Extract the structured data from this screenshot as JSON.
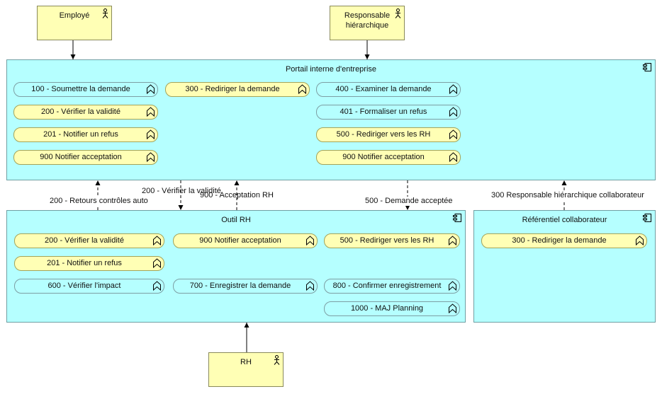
{
  "actors": {
    "employe": "Employé",
    "responsable": "Responsable\nhiérarchique",
    "rh": "RH"
  },
  "components": {
    "portail": {
      "title": "Portail interne d'entreprise",
      "functions": [
        "100 - Soumettre la demande",
        "200 - Vérifier la validité",
        "201 - Notifier un refus",
        "900 Notifier acceptation",
        "300 - Rediriger la demande",
        "400 - Examiner la demande",
        "401 - Formaliser un refus",
        "500 - Rediriger vers les RH",
        "900 Notifier acceptation"
      ]
    },
    "outil": {
      "title": "Outil RH",
      "functions": [
        "200 - Vérifier la validité",
        "201 - Notifier un refus",
        "600 - Vérifier l'impact",
        "900 Notifier acceptation",
        "700 - Enregistrer la demande",
        "500 - Rediriger vers les RH",
        "800 - Confirmer enregistrement",
        "1000 - MAJ Planning"
      ]
    },
    "referentiel": {
      "title": "Référentiel collaborateur",
      "functions": [
        "300 - Rediriger la demande"
      ]
    }
  },
  "flows": {
    "retours": "200 - Retours contrôles auto",
    "verifier": "200 - Vérifier la validité",
    "acceptation": "900 - Acceptation RH",
    "demande_acceptee": "500 - Demande acceptée",
    "responsable_collab": "300 Responsable hiérarchique collaborateur"
  },
  "icons": {
    "actor": "stick-figure-icon",
    "component": "component-icon",
    "function": "function-chevron-icon"
  },
  "colors": {
    "actor_fill": "#ffffb5",
    "component_fill": "#b5ffff",
    "connector": "#000000"
  }
}
